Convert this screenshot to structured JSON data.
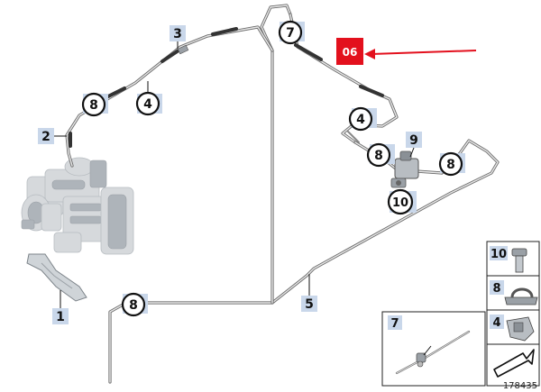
{
  "callouts": {
    "c1": "1",
    "c2": "2",
    "c3": "3",
    "c4a": "4",
    "c4b": "4",
    "c5": "5",
    "c7": "7",
    "c8a": "8",
    "c8b": "8",
    "c8c": "8",
    "c8d": "8",
    "c9": "9",
    "c10": "10"
  },
  "highlight": {
    "label": "06",
    "color": "#e3101d"
  },
  "legend": {
    "item10": "10",
    "item8": "8",
    "item4": "4",
    "item7": "7"
  },
  "reference_number": "178435",
  "colors": {
    "callout_fill": "#c9d7ea",
    "pipe": "#6b6b6b",
    "arrow": "#e3101d"
  }
}
